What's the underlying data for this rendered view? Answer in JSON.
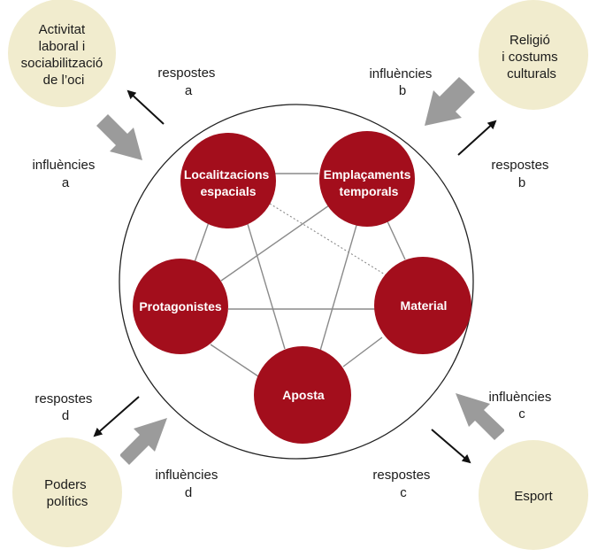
{
  "colors": {
    "outer_node": "#f1ecce",
    "inner_node": "#a30e1c",
    "edge": "#8a8a8a",
    "influence_arrow": "#9b9b9b",
    "response_arrow": "#111111"
  },
  "inner_nodes": {
    "localitzacions": [
      "Localitzacions",
      "espacials"
    ],
    "emplacaments": [
      "Emplaçaments",
      "temporals"
    ],
    "protagonistes": [
      "Protagonistes"
    ],
    "material": [
      "Material"
    ],
    "aposta": [
      "Aposta"
    ]
  },
  "outer_nodes": {
    "activitat": [
      "Activitat",
      "laboral i",
      "sociabilització",
      "de l’oci"
    ],
    "religio": [
      "Religió",
      "i costums",
      "culturals"
    ],
    "poders": [
      "Poders",
      "polítics"
    ],
    "esport": [
      "Esport"
    ]
  },
  "flow_labels": {
    "respostes_a": [
      "respostes",
      "a"
    ],
    "influencies_a": [
      "influències",
      "a"
    ],
    "influencies_b": [
      "influències",
      "b"
    ],
    "respostes_b": [
      "respostes",
      "b"
    ],
    "respostes_d": [
      "respostes",
      "d"
    ],
    "influencies_d": [
      "influències",
      "d"
    ],
    "influencies_c": [
      "influències",
      "c"
    ],
    "respostes_c": [
      "respostes",
      "c"
    ]
  }
}
